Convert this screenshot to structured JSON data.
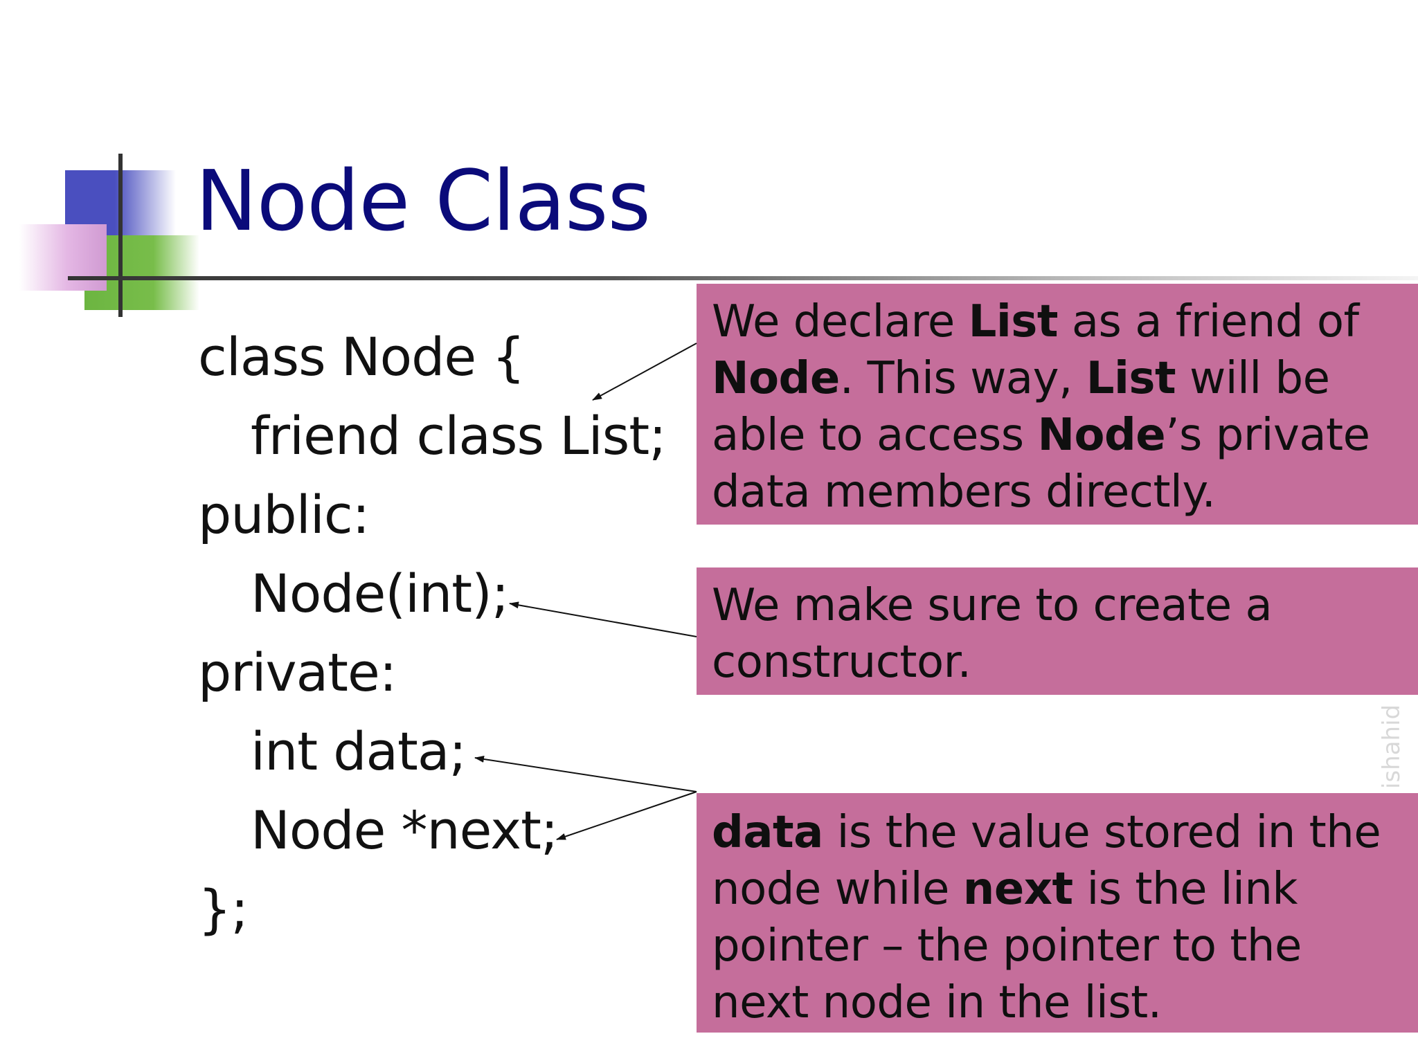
{
  "slide": {
    "title": "Node Class",
    "code_lines": [
      "class Node {",
      "friend class List;",
      "public:",
      "Node(int);",
      "private:",
      "int data;",
      "Node *next;",
      "};"
    ],
    "callouts": [
      {
        "segments": [
          {
            "text": "We declare ",
            "bold": false
          },
          {
            "text": "List",
            "bold": true
          },
          {
            "text": " as a friend of ",
            "bold": false
          },
          {
            "text": "Node",
            "bold": true
          },
          {
            "text": ".  This way, ",
            "bold": false
          },
          {
            "text": "List",
            "bold": true
          },
          {
            "text": " will be able to access ",
            "bold": false
          },
          {
            "text": "Node",
            "bold": true
          },
          {
            "text": "’s private data members directly.",
            "bold": false
          }
        ]
      },
      {
        "segments": [
          {
            "text": "We make sure to create a constructor.",
            "bold": false
          }
        ]
      },
      {
        "segments": [
          {
            "text": "data",
            "bold": true
          },
          {
            "text": " is the value stored in the node while ",
            "bold": false
          },
          {
            "text": "next",
            "bold": true
          },
          {
            "text": " is the link pointer – the pointer to the next node in the list.",
            "bold": false
          }
        ]
      }
    ],
    "watermark": "ishahid",
    "colors": {
      "title": "#0b0b7a",
      "callout_bg": "#c56e9b",
      "accent_blue": "#4a4fbf",
      "accent_green": "#6cb541",
      "accent_pink": "#d09ad2"
    }
  }
}
